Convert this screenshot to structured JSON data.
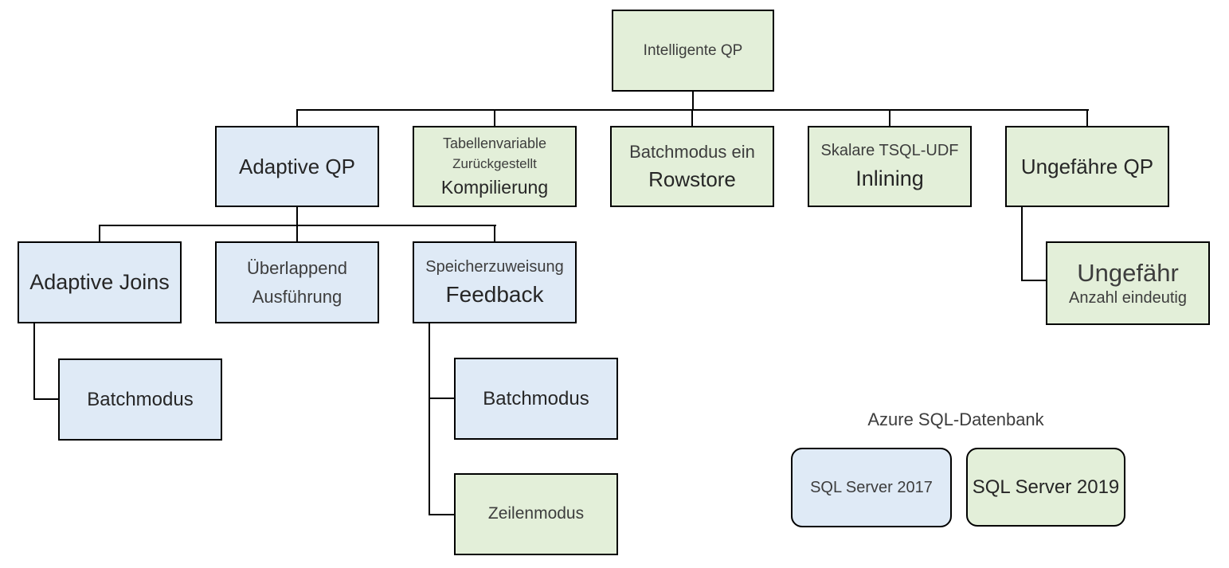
{
  "colors": {
    "green": "#e3efd9",
    "blue": "#dfeaf6",
    "border": "#000000",
    "connector": "#000000",
    "text": "#3d3d3d"
  },
  "nodes": {
    "intelligente_qp": {
      "label": "Intelligente QP",
      "color": "#e3efd9"
    },
    "adaptive_qp": {
      "label": "Adaptive QP",
      "color": "#dfeaf6"
    },
    "tabellenvariable": {
      "line1": "Tabellenvariable",
      "line2": "Zurückgestellt",
      "line3": "Kompilierung",
      "color": "#e3efd9"
    },
    "batchmodus_rowstore": {
      "line1": "Batchmodus ein",
      "line2": "Rowstore",
      "color": "#e3efd9"
    },
    "skalare_udf": {
      "line1": "Skalare TSQL-UDF",
      "line2": "Inlining",
      "color": "#e3efd9"
    },
    "ungefaehre_qp": {
      "label": "Ungefähre QP",
      "color": "#e3efd9"
    },
    "adaptive_joins": {
      "label": "Adaptive Joins",
      "color": "#dfeaf6"
    },
    "ueberlappend": {
      "line1": "Überlappend",
      "line2": "Ausführung",
      "color": "#dfeaf6"
    },
    "speicherzuweisung": {
      "line1": "Speicherzuweisung",
      "line2": "Feedback",
      "color": "#dfeaf6"
    },
    "ungefaehr_anzahl": {
      "line1": "Ungefähr",
      "line2": "Anzahl eindeutig",
      "color": "#e3efd9"
    },
    "batchmodus_joins": {
      "label": "Batchmodus",
      "color": "#dfeaf6"
    },
    "batchmodus_feedback": {
      "label": "Batchmodus",
      "color": "#dfeaf6"
    },
    "zeilenmodus": {
      "label": "Zeilenmodus",
      "color": "#e3efd9"
    }
  },
  "hierarchy": {
    "Intelligente QP": [
      "Adaptive QP",
      "Tabellenvariable Zurückgestellt Kompilierung",
      "Batchmodus ein Rowstore",
      "Skalare TSQL-UDF Inlining",
      "Ungefähre QP"
    ],
    "Adaptive QP": [
      "Adaptive Joins",
      "Überlappend Ausführung",
      "Speicherzuweisung Feedback"
    ],
    "Ungefähre QP": [
      "Ungefähr Anzahl eindeutig"
    ],
    "Adaptive Joins": [
      "Batchmodus"
    ],
    "Speicherzuweisung Feedback": [
      "Batchmodus",
      "Zeilenmodus"
    ]
  },
  "legend": {
    "title": "Azure SQL-Datenbank",
    "items": [
      {
        "label": "SQL Server 2017",
        "color": "#dfeaf6"
      },
      {
        "label": "SQL Server 2019",
        "color": "#e3efd9"
      }
    ]
  }
}
